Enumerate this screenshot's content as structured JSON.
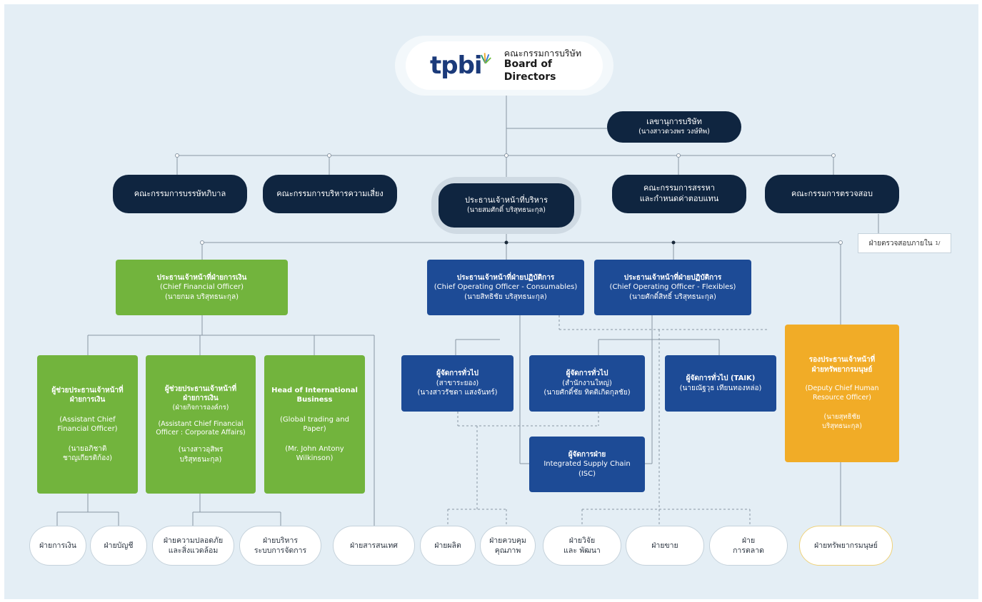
{
  "board": {
    "thai": "คณะกรรมการบริษัท",
    "english": "Board of Directors",
    "logo": "tpbi"
  },
  "secretary": {
    "title": "เลขานุการบริษัท",
    "name": "(นางสาวดวงพร วงษ์ทิพ)"
  },
  "committees": [
    {
      "label": "คณะกรรมการบรรษัทภิบาล"
    },
    {
      "label": "คณะกรรมการบริหารความเสี่ยง"
    },
    {
      "label": "คณะกรรมการสรรหา",
      "label2": "และกำหนดค่าตอบแทน"
    },
    {
      "label": "คณะกรรมการตรวจสอบ"
    }
  ],
  "ceo": {
    "title": "ประธานเจ้าหน้าที่บริหาร",
    "name": "(นายสมศักดิ์ บริสุทธนะกุล)"
  },
  "internal_audit": "ฝ่ายตรวจสอบภายใน",
  "cfo": {
    "title": "ประธานเจ้าหน้าที่ฝ่ายการเงิน",
    "en": "(Chief Financial Officer)",
    "name": "(นายกมล บริสุทธนะกุล)"
  },
  "coo_consumables": {
    "title": "ประธานเจ้าหน้าที่ฝ่ายปฏิบัติการ",
    "en": "(Chief Operating Officer - Consumables)",
    "name": "(นายสิทธิชัย บริสุทธนะกุล)"
  },
  "coo_flexibles": {
    "title": "ประธานเจ้าหน้าที่ฝ่ายปฏิบัติการ",
    "en": "(Chief Operating Officer - Flexibles)",
    "name": "(นายศักดิ์สิทธิ์ บริสุทธนะกุล)"
  },
  "deputy_hr": {
    "title1": "รองประธานเจ้าหน้าที่",
    "title2": "ฝ่ายทรัพยากรมนุษย์",
    "en1": "(Deputy Chief Human",
    "en2": "Resource Officer)",
    "name1": "(นายสุทธิชัย",
    "name2": "บริสุทธนะกุล)"
  },
  "asst_cfo": {
    "title1": "ผู้ช่วยประธานเจ้าหน้าที่",
    "title2": "ฝ่ายการเงิน",
    "en1": "(Assistant Chief",
    "en2": "Financial Officer)",
    "name1": "(นายอภิชาติ",
    "name2": "ชาญเกียรติก้อง)"
  },
  "asst_cfo_corp": {
    "title1": "ผู้ช่วยประธานเจ้าหน้าที่",
    "title2": "ฝ่ายการเงิน",
    "sub": "(ฝ่ายกิจการองค์กร)",
    "en1": "(Assistant Chief Financial",
    "en2": "Officer : Corporate Affairs)",
    "name1": "(นางสาวอุสิพร",
    "name2": "บริสุทธนะกุล)"
  },
  "head_intl": {
    "title1": "Head of International",
    "title2": "Business",
    "sub1": "(Global trading and",
    "sub2": "Paper)",
    "name1": "(Mr. John Antony",
    "name2": "Wilkinson)"
  },
  "gm_branch": {
    "title": "ผู้จัดการทั่วไป",
    "sub": "(สาขาระยอง)",
    "name": "(นางสาวรัชดา แสงจันทร์)"
  },
  "gm_hq": {
    "title": "ผู้จัดการทั่วไป",
    "sub": "(สำนักงานใหญ่)",
    "name": "(นายศักดิ์ชัย ทิตติเกิดกุลชัย)"
  },
  "gm_taik": {
    "title": "ผู้จัดการทั่วไป (TAIK)",
    "name": "(นายณัฐวุธ เทียนทองหล่อ)"
  },
  "mgr_isc": {
    "title": "ผู้จัดการฝ่าย",
    "en": "Integrated Supply Chain",
    "abbr": "(ISC)"
  },
  "depts": [
    {
      "label": "ฝ่ายการเงิน"
    },
    {
      "label": "ฝ่ายบัญชี"
    },
    {
      "label": "ฝ่ายความปลอดภัย",
      "label2": "และสิ่งแวดล้อม"
    },
    {
      "label": "ฝ่ายบริหาร",
      "label2": "ระบบการจัดการ"
    },
    {
      "label": "ฝ่ายสารสนเทศ"
    },
    {
      "label": "ฝ่ายผลิต"
    },
    {
      "label": "ฝ่ายควบคุม",
      "label2": "คุณภาพ"
    },
    {
      "label": "ฝ่ายวิจัย",
      "label2": "และ พัฒนา"
    },
    {
      "label": "ฝ่ายขาย"
    },
    {
      "label": "ฝ่าย",
      "label2": "การตลาด"
    },
    {
      "label": "ฝ่ายทรัพยากรมนุษย์"
    }
  ],
  "colors": {
    "background": "#e4eef5",
    "navy": "#0f2540",
    "blue": "#1d4b96",
    "green": "#72b43d",
    "orange": "#f1ac27"
  }
}
